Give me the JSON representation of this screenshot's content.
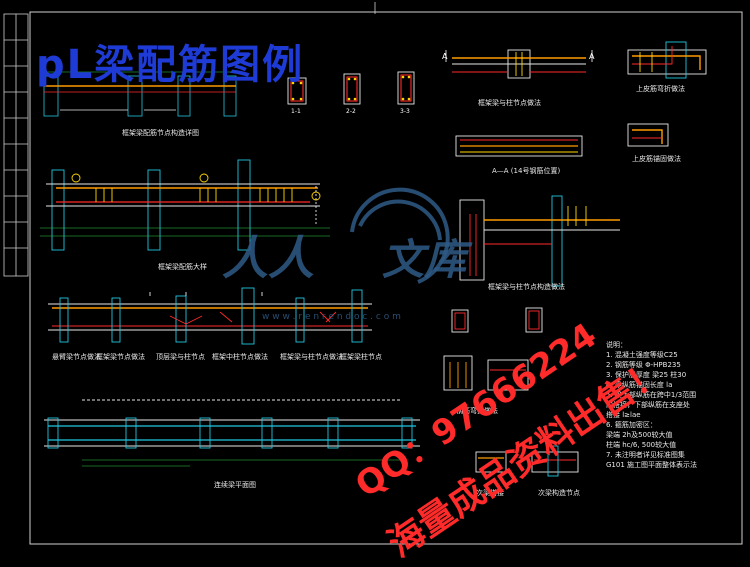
{
  "title": "pL梁配筋图例",
  "captions": {
    "c1": "框架梁配筋节点构造详图",
    "c2": "框架梁配筋大样",
    "c3": "框架梁与柱节点做法",
    "c4": "A—A (14号钢筋位置)",
    "c5": "上皮筋弯折做法",
    "c6": "上皮筋锚固做法",
    "c7": "框架梁与柱节点构造做法",
    "c8": "悬臂梁节点做法",
    "c9": "框架梁节点做法",
    "c10": "顶层梁与柱节点",
    "c11": "框架中柱节点做法",
    "c12": "框架梁与柱节点做法",
    "c13": "框架梁柱节点",
    "c14": "连续梁平面图",
    "c15": "钢筋弯折做法",
    "c16": "次梁搭接",
    "c17": "次梁构造节点"
  },
  "sections": {
    "s1": "1-1",
    "s2": "2-2",
    "s3": "3-3",
    "a1": "A",
    "a2": "A"
  },
  "notes": [
    "说明：",
    "1. 混凝土强度等级C25",
    "2. 钢筋等级 Φ-HPB235",
    "3. 保护层厚度 梁25 柱30",
    "4. 梁纵筋锚固长度 la",
    "5. 梁上部纵筋在跨中1/3范围",
    "   内搭接，下部纵筋在支座处",
    "   搭接 l≥lae",
    "6. 箍筋加密区：",
    "   梁端 2h及500较大值",
    "   柱端 hc/6, 500较大值",
    "7. 未注明者详见标准图集",
    "   G101 施工图平面整体表示法"
  ],
  "watermark": {
    "qq": "QQ：97666224",
    "slogan": "海量成品资料出售！"
  },
  "logo": {
    "left": "人人",
    "right": "文库",
    "url": "w w w . r e n r e n d o c . c o m"
  },
  "colors": {
    "background": "#000000",
    "line_white": "#e8e8e8",
    "rebar_red": "#ff2a2a",
    "rebar_orange": "#ff9b00",
    "rebar_yellow": "#ffd800",
    "column_cyan": "#22c6e0",
    "dim_green": "#2bd04a",
    "title_blue": "#1f3bd6",
    "watermark_red": "#ff2a2a"
  }
}
